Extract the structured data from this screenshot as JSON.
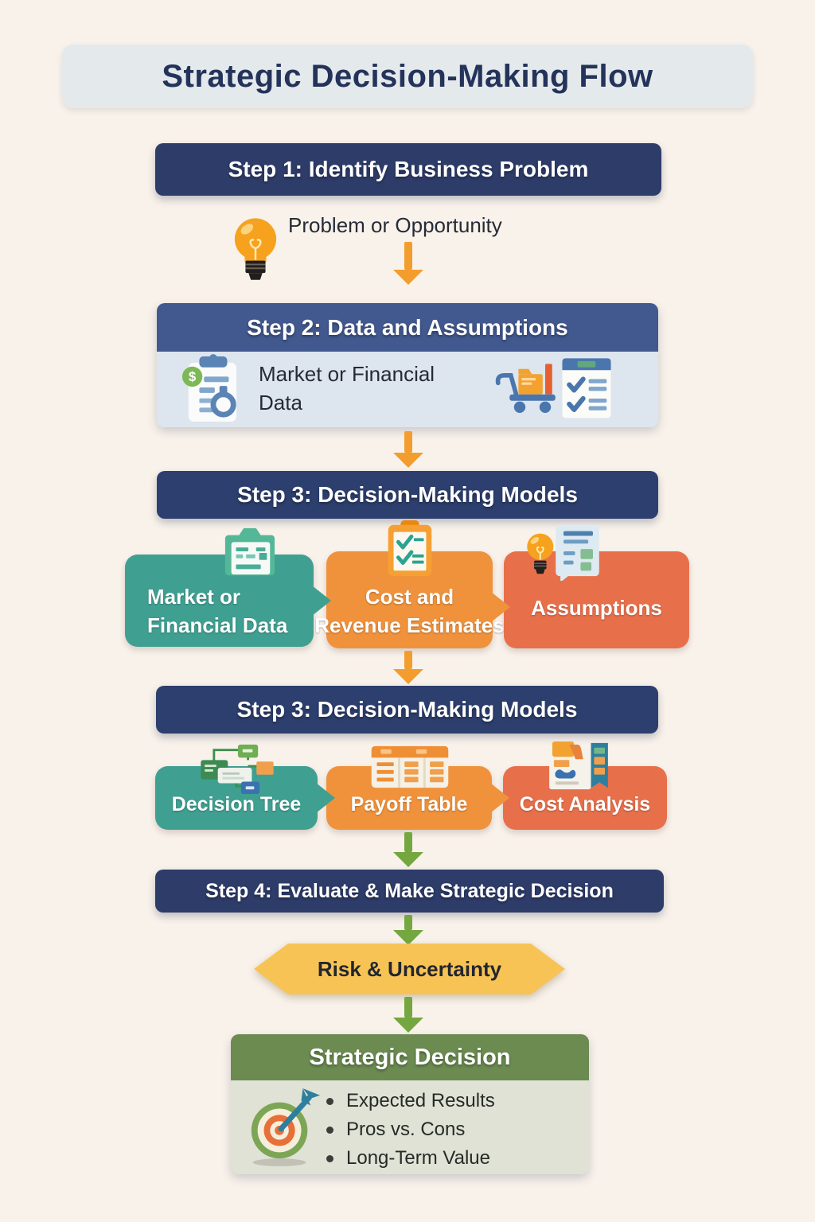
{
  "palette": {
    "background": "#f9f2eb",
    "title_card_bg": "#e4e9ec",
    "title_text": "#24335a",
    "banner_navy": "#2e3c6a",
    "step2_header_blue": "#42598f",
    "step2_body_bg": "#dde5ee",
    "teal_box": "#3fa092",
    "orange_box": "#f0923c",
    "red_orange_box": "#e7704b",
    "arrow_orange": "#f39d2e",
    "arrow_green": "#74a73f",
    "hexagon_yellow": "#f8c355",
    "decision_header_green": "#6b8b51",
    "decision_body_bg": "#dfe2d5"
  },
  "title": "Strategic Decision-Making Flow",
  "step1": {
    "header": "Step 1: Identify Business Problem",
    "note": "Problem or Opportunity"
  },
  "step2": {
    "header": "Step 2: Data and Assumptions",
    "note_line1": "Market or Financial",
    "note_line2": "Data"
  },
  "step3a": {
    "header": "Step 3: Decision-Making Models",
    "boxes": [
      {
        "line1": "Market or",
        "line2": "Financial Data"
      },
      {
        "line1": "Cost and",
        "line2": "Revenue Estimates"
      },
      {
        "line1": "Assumptions"
      }
    ]
  },
  "step3b": {
    "header": "Step 3: Decision-Making Models",
    "boxes": [
      {
        "label": "Decision Tree"
      },
      {
        "label": "Payoff Table"
      },
      {
        "label": "Cost Analysis"
      }
    ]
  },
  "step4": {
    "header": "Step 4: Evaluate & Make Strategic Decision"
  },
  "risk": {
    "label": "Risk & Uncertainty"
  },
  "decision": {
    "header": "Strategic Decision",
    "bullets": [
      "Expected Results",
      "Pros vs. Cons",
      "Long-Term Value"
    ]
  },
  "icons": {
    "step1": "lightbulb-icon",
    "step2_left": "financial-report-icon",
    "step2_cart": "shopping-cart-data-icon",
    "step2_checklist": "checklist-panel-icon",
    "step3a_box1": "folder-document-icon",
    "step3a_box2": "clipboard-checklist-icon",
    "step3a_box3": "idea-document-icon",
    "step3b_box1": "decision-tree-icon",
    "step3b_box2": "payoff-table-icon",
    "step3b_box3": "cost-analysis-icon",
    "decision": "target-dart-icon"
  }
}
